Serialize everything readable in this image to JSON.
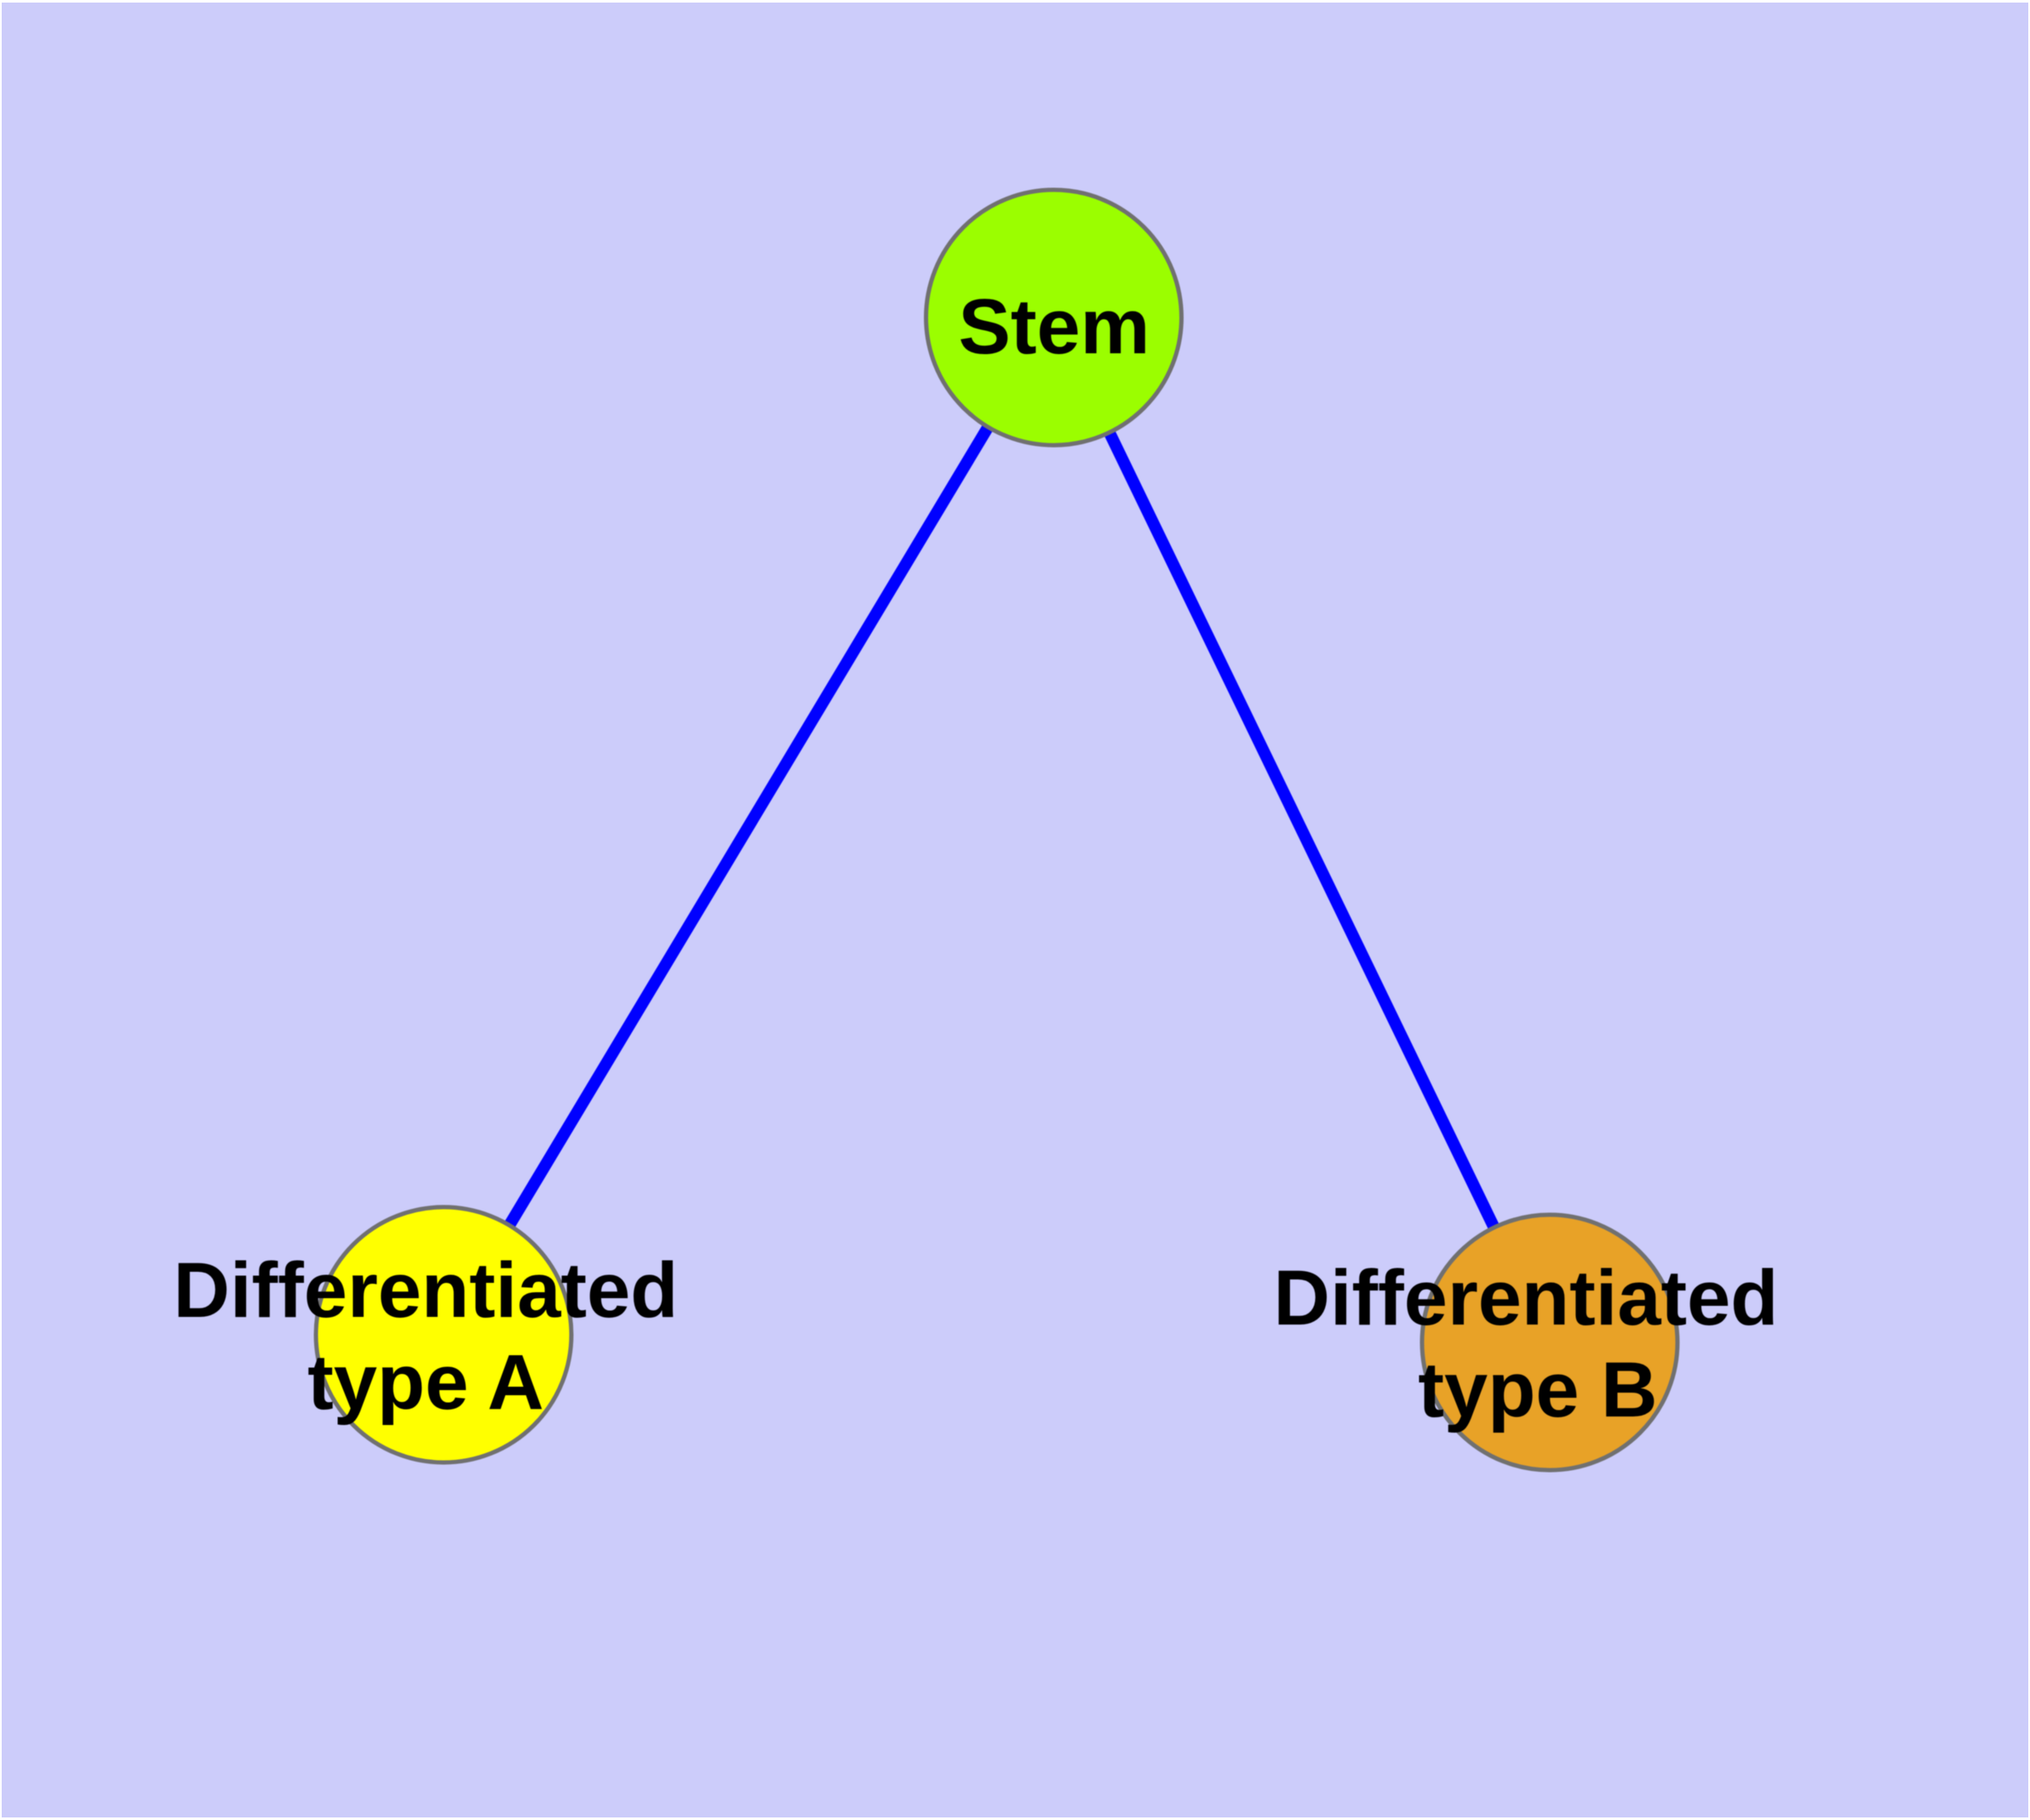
{
  "diagram": {
    "type": "cell-differentiation-graph",
    "background_color": "#ccccfa",
    "page_margin_color": "#ffffff",
    "edge_color": "#0000ff",
    "node_border_color": "#707070",
    "label_color": "#000000",
    "nodes": [
      {
        "id": "stem",
        "label": "Stem",
        "fill": "#9bfe00"
      },
      {
        "id": "diff-a",
        "label_line1": "Differentiated",
        "label_line2": "type A",
        "fill": "#ffff00"
      },
      {
        "id": "diff-b",
        "label_line1": "Differentiated",
        "label_line2": "type B",
        "fill": "#e8a227"
      }
    ],
    "edges": [
      {
        "from": "stem",
        "to": "diff-a"
      },
      {
        "from": "stem",
        "to": "diff-b"
      }
    ]
  }
}
